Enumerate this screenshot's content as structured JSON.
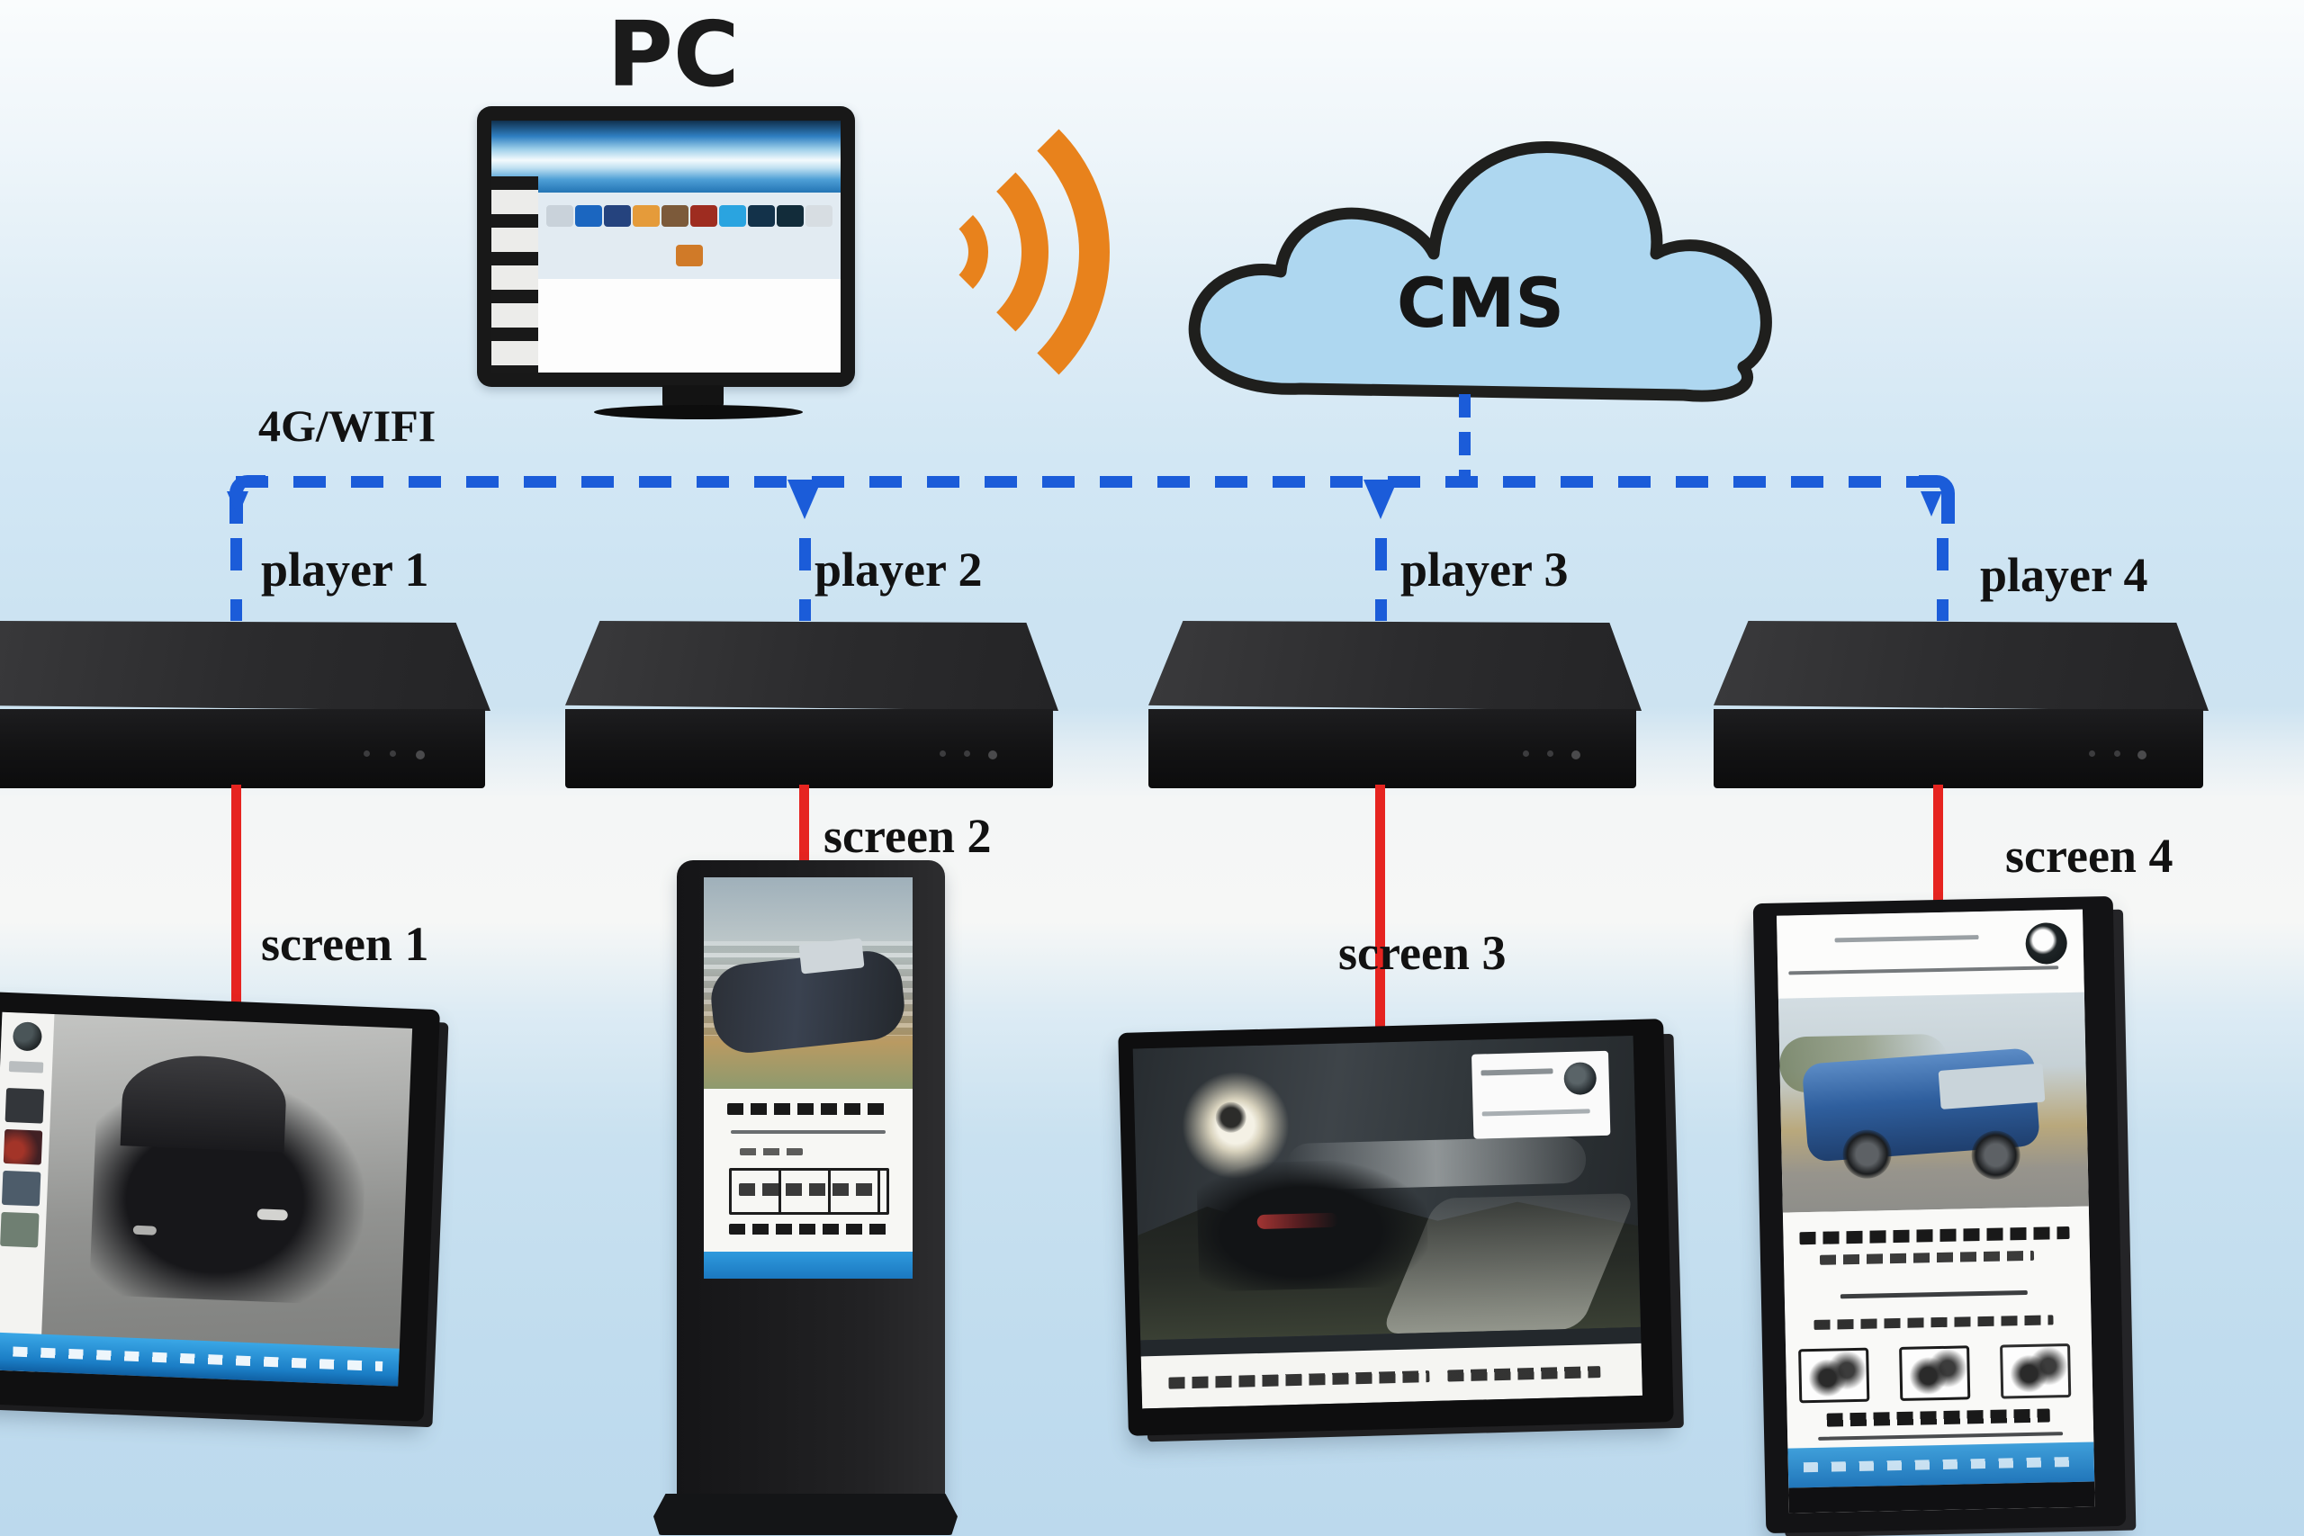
{
  "labels": {
    "pc": "PC",
    "cms": "CMS",
    "network": "4G/WIFI"
  },
  "players": [
    {
      "label": "player 1"
    },
    {
      "label": "player 2"
    },
    {
      "label": "player 3"
    },
    {
      "label": "player 4"
    }
  ],
  "screens": [
    {
      "label": "screen 1"
    },
    {
      "label": "screen 2"
    },
    {
      "label": "screen 3"
    },
    {
      "label": "screen 4"
    }
  ],
  "colors": {
    "dashed": "#1b5cd9",
    "cable": "#e62420",
    "cloud-fill": "#aed7f0",
    "cloud-outline": "#1f1f1d",
    "wifi-orange": "#e8821c",
    "ticker-blue": "#1f8fd8",
    "label-ink": "#121212"
  }
}
